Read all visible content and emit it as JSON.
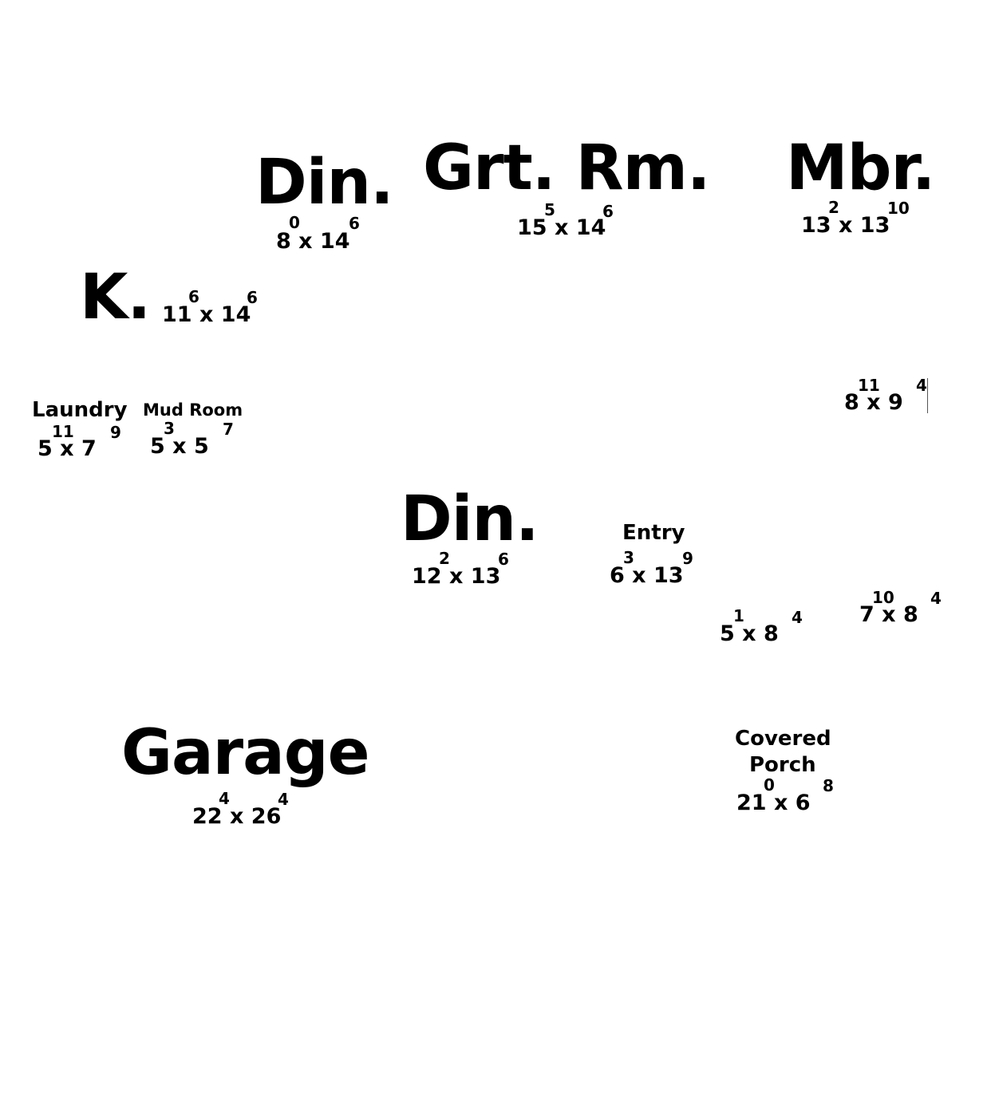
{
  "plan": {
    "colors": {
      "text": "#000000",
      "background": "#ffffff"
    },
    "rooms": [
      {
        "id": "din_upper",
        "name": "Din.",
        "width": "8",
        "width_in": "0",
        "depth": "14",
        "depth_in": "6",
        "dims": "8 x 14"
      },
      {
        "id": "great_room",
        "name": "Grt. Rm.",
        "width": "15",
        "width_in": "5",
        "depth": "14",
        "depth_in": "6",
        "dims": "15 x 14"
      },
      {
        "id": "master",
        "name": "Mbr.",
        "width": "13",
        "width_in": "2",
        "depth": "13",
        "depth_in": "10",
        "dims": "13 x 13"
      },
      {
        "id": "kitchen",
        "name": "K.",
        "width": "11",
        "width_in": "6",
        "depth": "14",
        "depth_in": "6",
        "dims": "11 x 14"
      },
      {
        "id": "room_8x9",
        "name": "",
        "width": "8",
        "width_in": "11",
        "depth": "9",
        "depth_in": "4",
        "dims": "8 x 9"
      },
      {
        "id": "laundry",
        "name": "Laundry",
        "width": "5",
        "width_in": "11",
        "depth": "7",
        "depth_in": "9",
        "dims": "5 x 7"
      },
      {
        "id": "mud_room",
        "name": "Mud Room",
        "width": "5",
        "width_in": "3",
        "depth": "5",
        "depth_in": "7",
        "dims": "5 x 5"
      },
      {
        "id": "din_lower",
        "name": "Din.",
        "width": "12",
        "width_in": "2",
        "depth": "13",
        "depth_in": "6",
        "dims": "12 x 13"
      },
      {
        "id": "entry",
        "name": "Entry",
        "width": "6",
        "width_in": "3",
        "depth": "13",
        "depth_in": "9",
        "dims": "6 x 13"
      },
      {
        "id": "room_5x8",
        "name": "",
        "width": "5",
        "width_in": "1",
        "depth": "8",
        "depth_in": "4",
        "dims": "5 x 8"
      },
      {
        "id": "room_7x8",
        "name": "",
        "width": "7",
        "width_in": "10",
        "depth": "8",
        "depth_in": "4",
        "dims": "7 x 8"
      },
      {
        "id": "garage",
        "name": "Garage",
        "width": "22",
        "width_in": "4",
        "depth": "26",
        "depth_in": "4",
        "dims": "22 x 26"
      },
      {
        "id": "covered_porch",
        "name": "Covered Porch",
        "name_line1": "Covered",
        "name_line2": "Porch",
        "width": "21",
        "width_in": "0",
        "depth": "6",
        "depth_in": "8",
        "dims": "21 x 6"
      }
    ]
  }
}
